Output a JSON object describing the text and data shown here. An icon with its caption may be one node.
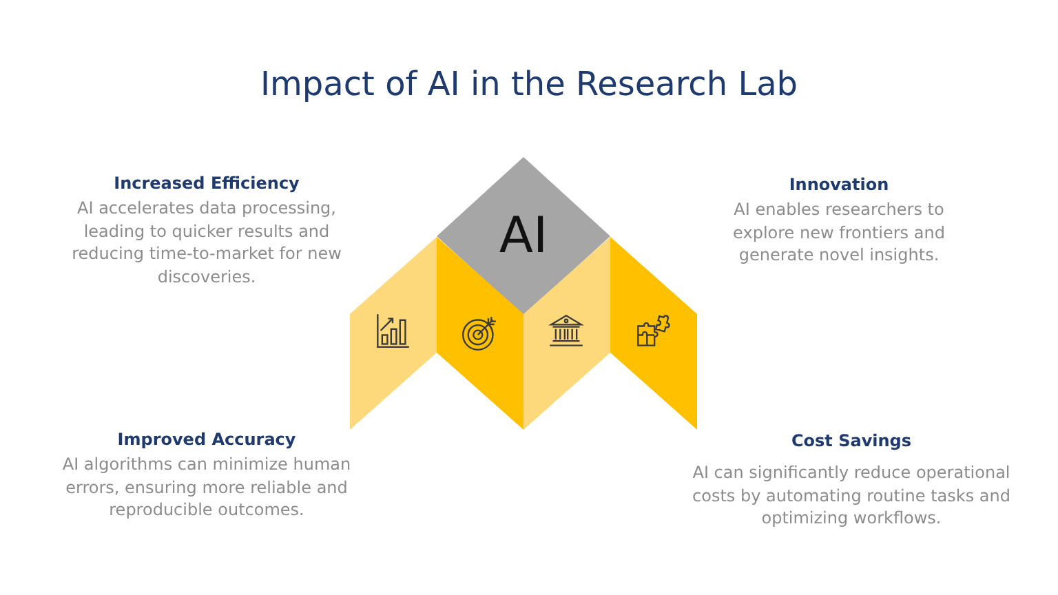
{
  "diagram": {
    "title": "Impact of AI in the Research Lab",
    "nodes": [
      {
        "text": [
          "AI"
        ]
      },
      {
        "text": [],
        "shape": "parallelogram"
      },
      {
        "text": [],
        "shape": "parallelogram"
      },
      {
        "text": [],
        "shape": "parallelogram"
      },
      {
        "text": [],
        "shape": "parallelogram"
      }
    ],
    "labels": [
      "Increased Efficiency",
      "AI accelerates data processing, leading to quicker results and reducing time-to-market for new discoveries.",
      "Innovation",
      "AI enables researchers to explore new frontiers and generate novel insights.",
      "Improved Accuracy",
      "AI algorithms can minimize human errors, ensuring more reliable and reproducible outcomes.",
      "Cost Savings",
      "AI can significantly reduce operational costs by automating routine tasks and optimizing workflows."
    ]
  }
}
